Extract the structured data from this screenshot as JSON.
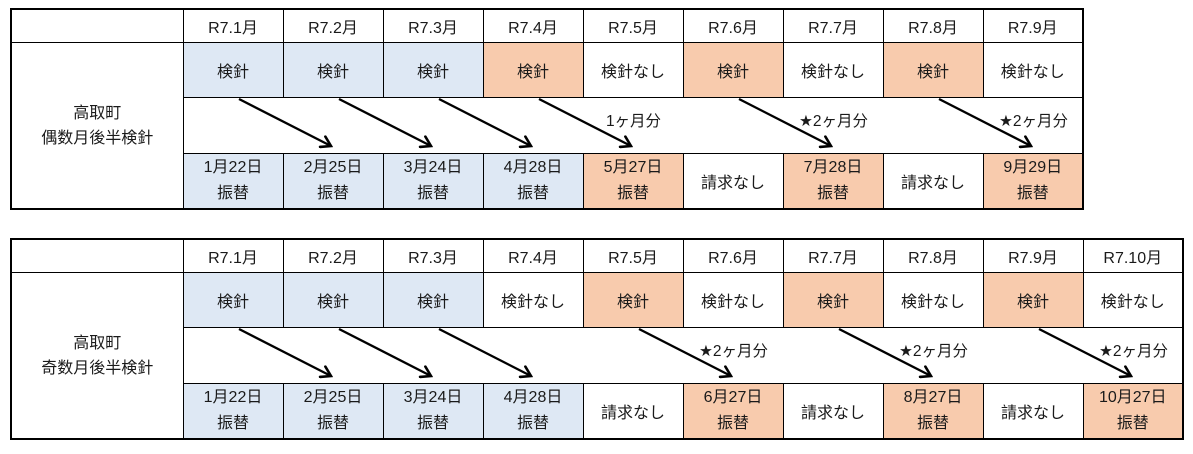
{
  "page": {
    "background": "#ffffff",
    "border_color": "#000000",
    "text_color": "#1a1a1a"
  },
  "colors": {
    "blue_fill": "#dee8f4",
    "orange_fill": "#f8cbad",
    "white_fill": "#ffffff"
  },
  "tables": [
    {
      "name": "even-month-schedule",
      "label_line1": "高取町",
      "label_line2": "偶数月後半検針",
      "months": [
        "R7.1月",
        "R7.2月",
        "R7.3月",
        "R7.4月",
        "R7.5月",
        "R7.6月",
        "R7.7月",
        "R7.8月",
        "R7.9月"
      ],
      "reading_row": [
        {
          "text": "検針",
          "fill": "blue"
        },
        {
          "text": "検針",
          "fill": "blue"
        },
        {
          "text": "検針",
          "fill": "blue"
        },
        {
          "text": "検針",
          "fill": "orange"
        },
        {
          "text": "検針なし",
          "fill": "white"
        },
        {
          "text": "検針",
          "fill": "orange"
        },
        {
          "text": "検針なし",
          "fill": "white"
        },
        {
          "text": "検針",
          "fill": "orange"
        },
        {
          "text": "検針なし",
          "fill": "white"
        }
      ],
      "transfer_row": [
        {
          "line1": "1月22日",
          "line2": "振替",
          "fill": "blue"
        },
        {
          "line1": "2月25日",
          "line2": "振替",
          "fill": "blue"
        },
        {
          "line1": "3月24日",
          "line2": "振替",
          "fill": "blue"
        },
        {
          "line1": "4月28日",
          "line2": "振替",
          "fill": "blue"
        },
        {
          "line1": "5月27日",
          "line2": "振替",
          "fill": "orange"
        },
        {
          "line1": "請求なし",
          "line2": "",
          "fill": "white"
        },
        {
          "line1": "7月28日",
          "line2": "振替",
          "fill": "orange"
        },
        {
          "line1": "請求なし",
          "line2": "",
          "fill": "white"
        },
        {
          "line1": "9月29日",
          "line2": "振替",
          "fill": "orange"
        }
      ],
      "arrows": [
        {
          "from": 0,
          "to": 1,
          "label": ""
        },
        {
          "from": 1,
          "to": 2,
          "label": ""
        },
        {
          "from": 2,
          "to": 3,
          "label": ""
        },
        {
          "from": 3,
          "to": 4,
          "label": "1ヶ月分"
        },
        {
          "from": 5,
          "to": 6,
          "label": "★2ヶ月分"
        },
        {
          "from": 7,
          "to": 8,
          "label": "★2ヶ月分"
        }
      ]
    },
    {
      "name": "odd-month-schedule",
      "label_line1": "高取町",
      "label_line2": "奇数月後半検針",
      "months": [
        "R7.1月",
        "R7.2月",
        "R7.3月",
        "R7.4月",
        "R7.5月",
        "R7.6月",
        "R7.7月",
        "R7.8月",
        "R7.9月",
        "R7.10月"
      ],
      "reading_row": [
        {
          "text": "検針",
          "fill": "blue"
        },
        {
          "text": "検針",
          "fill": "blue"
        },
        {
          "text": "検針",
          "fill": "blue"
        },
        {
          "text": "検針なし",
          "fill": "white"
        },
        {
          "text": "検針",
          "fill": "orange"
        },
        {
          "text": "検針なし",
          "fill": "white"
        },
        {
          "text": "検針",
          "fill": "orange"
        },
        {
          "text": "検針なし",
          "fill": "white"
        },
        {
          "text": "検針",
          "fill": "orange"
        },
        {
          "text": "検針なし",
          "fill": "white"
        }
      ],
      "transfer_row": [
        {
          "line1": "1月22日",
          "line2": "振替",
          "fill": "blue"
        },
        {
          "line1": "2月25日",
          "line2": "振替",
          "fill": "blue"
        },
        {
          "line1": "3月24日",
          "line2": "振替",
          "fill": "blue"
        },
        {
          "line1": "4月28日",
          "line2": "振替",
          "fill": "blue"
        },
        {
          "line1": "請求なし",
          "line2": "",
          "fill": "white"
        },
        {
          "line1": "6月27日",
          "line2": "振替",
          "fill": "orange"
        },
        {
          "line1": "請求なし",
          "line2": "",
          "fill": "white"
        },
        {
          "line1": "8月27日",
          "line2": "振替",
          "fill": "orange"
        },
        {
          "line1": "請求なし",
          "line2": "",
          "fill": "white"
        },
        {
          "line1": "10月27日",
          "line2": "振替",
          "fill": "orange"
        }
      ],
      "arrows": [
        {
          "from": 0,
          "to": 1,
          "label": ""
        },
        {
          "from": 1,
          "to": 2,
          "label": ""
        },
        {
          "from": 2,
          "to": 3,
          "label": ""
        },
        {
          "from": 4,
          "to": 5,
          "label": "★2ヶ月分"
        },
        {
          "from": 6,
          "to": 7,
          "label": "★2ヶ月分"
        },
        {
          "from": 8,
          "to": 9,
          "label": "★2ヶ月分"
        }
      ]
    }
  ]
}
